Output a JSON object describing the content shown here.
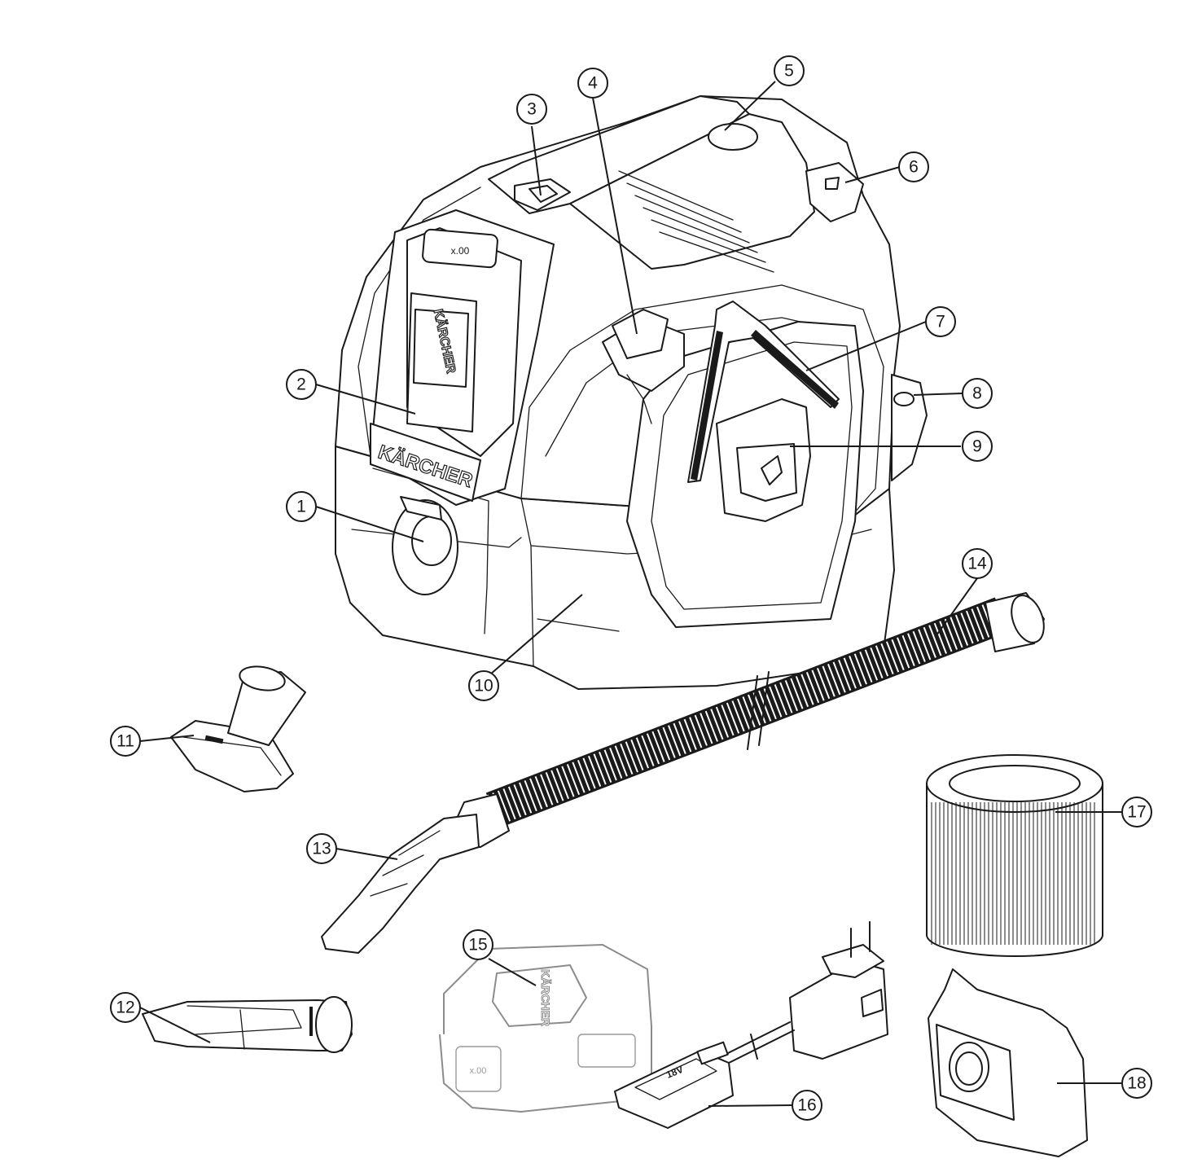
{
  "brand": {
    "logo_text": "KÄRCHER",
    "battery_voltage": "18V",
    "battery_display": "x.00"
  },
  "callouts": [
    {
      "id": "1",
      "label": "1"
    },
    {
      "id": "2",
      "label": "2"
    },
    {
      "id": "3",
      "label": "3"
    },
    {
      "id": "4",
      "label": "4"
    },
    {
      "id": "5",
      "label": "5"
    },
    {
      "id": "6",
      "label": "6"
    },
    {
      "id": "7",
      "label": "7"
    },
    {
      "id": "8",
      "label": "8"
    },
    {
      "id": "9",
      "label": "9"
    },
    {
      "id": "10",
      "label": "10"
    },
    {
      "id": "11",
      "label": "11"
    },
    {
      "id": "12",
      "label": "12"
    },
    {
      "id": "13",
      "label": "13"
    },
    {
      "id": "14",
      "label": "14"
    },
    {
      "id": "15",
      "label": "15"
    },
    {
      "id": "16",
      "label": "16"
    },
    {
      "id": "17",
      "label": "17"
    },
    {
      "id": "18",
      "label": "18"
    }
  ]
}
